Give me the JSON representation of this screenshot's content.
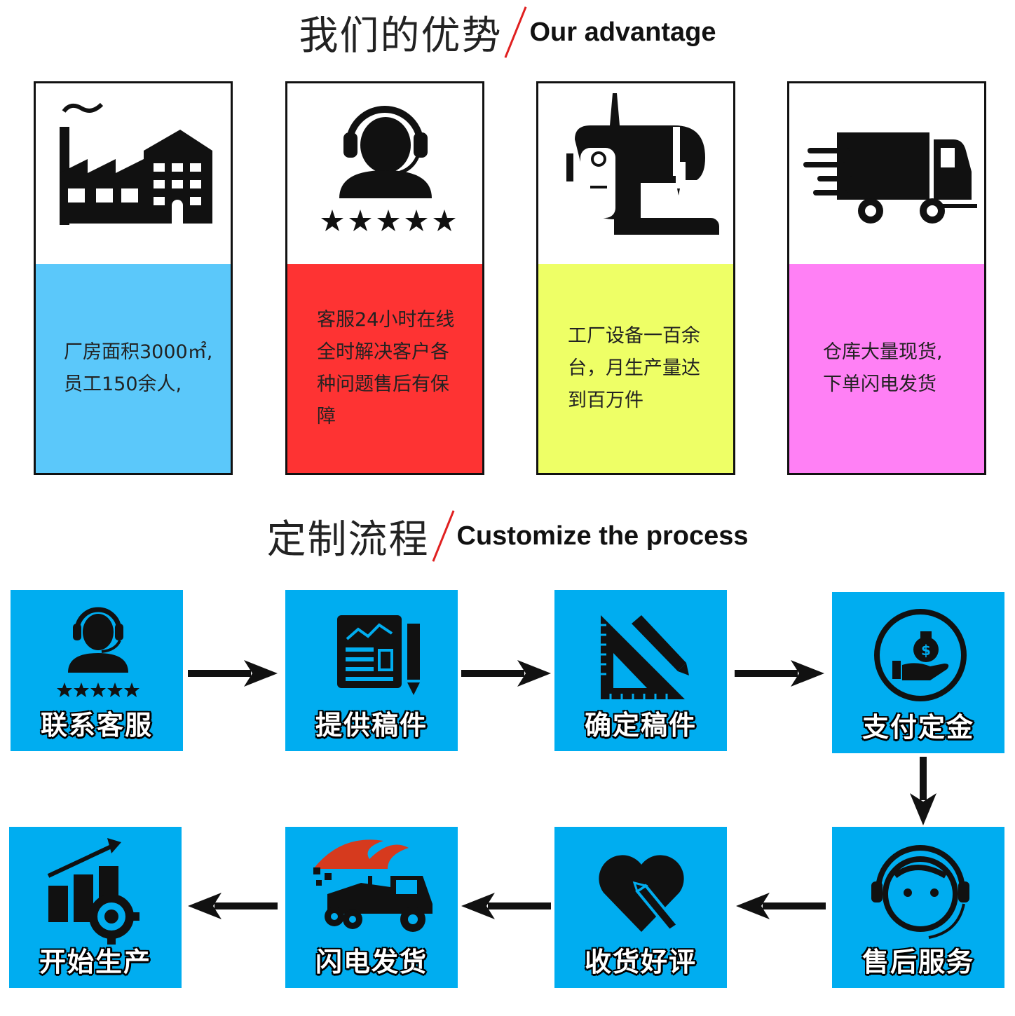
{
  "advantage_heading": {
    "cn": "我们的优势",
    "en": "Our advantage"
  },
  "advantages": [
    {
      "text": "厂房面积3000㎡,\n员工150余人,",
      "color": "#5bc8fa",
      "icon": "factory-icon"
    },
    {
      "text": "客服24小时在线\n全时解决客户各\n种问题售后有保\n障",
      "color": "#fe3333",
      "icon": "customer-service-icon"
    },
    {
      "text": "工厂设备一百余\n台，月生产量达\n到百万件",
      "color": "#eeff66",
      "icon": "sewing-machine-icon"
    },
    {
      "text": "仓库大量现货,\n下单闪电发货",
      "color": "#ff80f5",
      "icon": "delivery-truck-icon"
    }
  ],
  "process_heading": {
    "cn": "定制流程",
    "en": "Customize the process"
  },
  "process_steps": [
    {
      "label": "联系客服",
      "icon": "headset-agent-icon"
    },
    {
      "label": "提供稿件",
      "icon": "document-pencil-icon"
    },
    {
      "label": "确定稿件",
      "icon": "ruler-pen-icon"
    },
    {
      "label": "支付定金",
      "icon": "money-hand-icon"
    },
    {
      "label": "售后服务",
      "icon": "support-face-icon"
    },
    {
      "label": "收货好评",
      "icon": "heart-pen-icon"
    },
    {
      "label": "闪电发货",
      "icon": "fast-truck-icon"
    },
    {
      "label": "开始生产",
      "icon": "growth-gear-icon"
    }
  ],
  "colors": {
    "step_bg": "#00adf0",
    "accent_slash": "#e02020"
  }
}
